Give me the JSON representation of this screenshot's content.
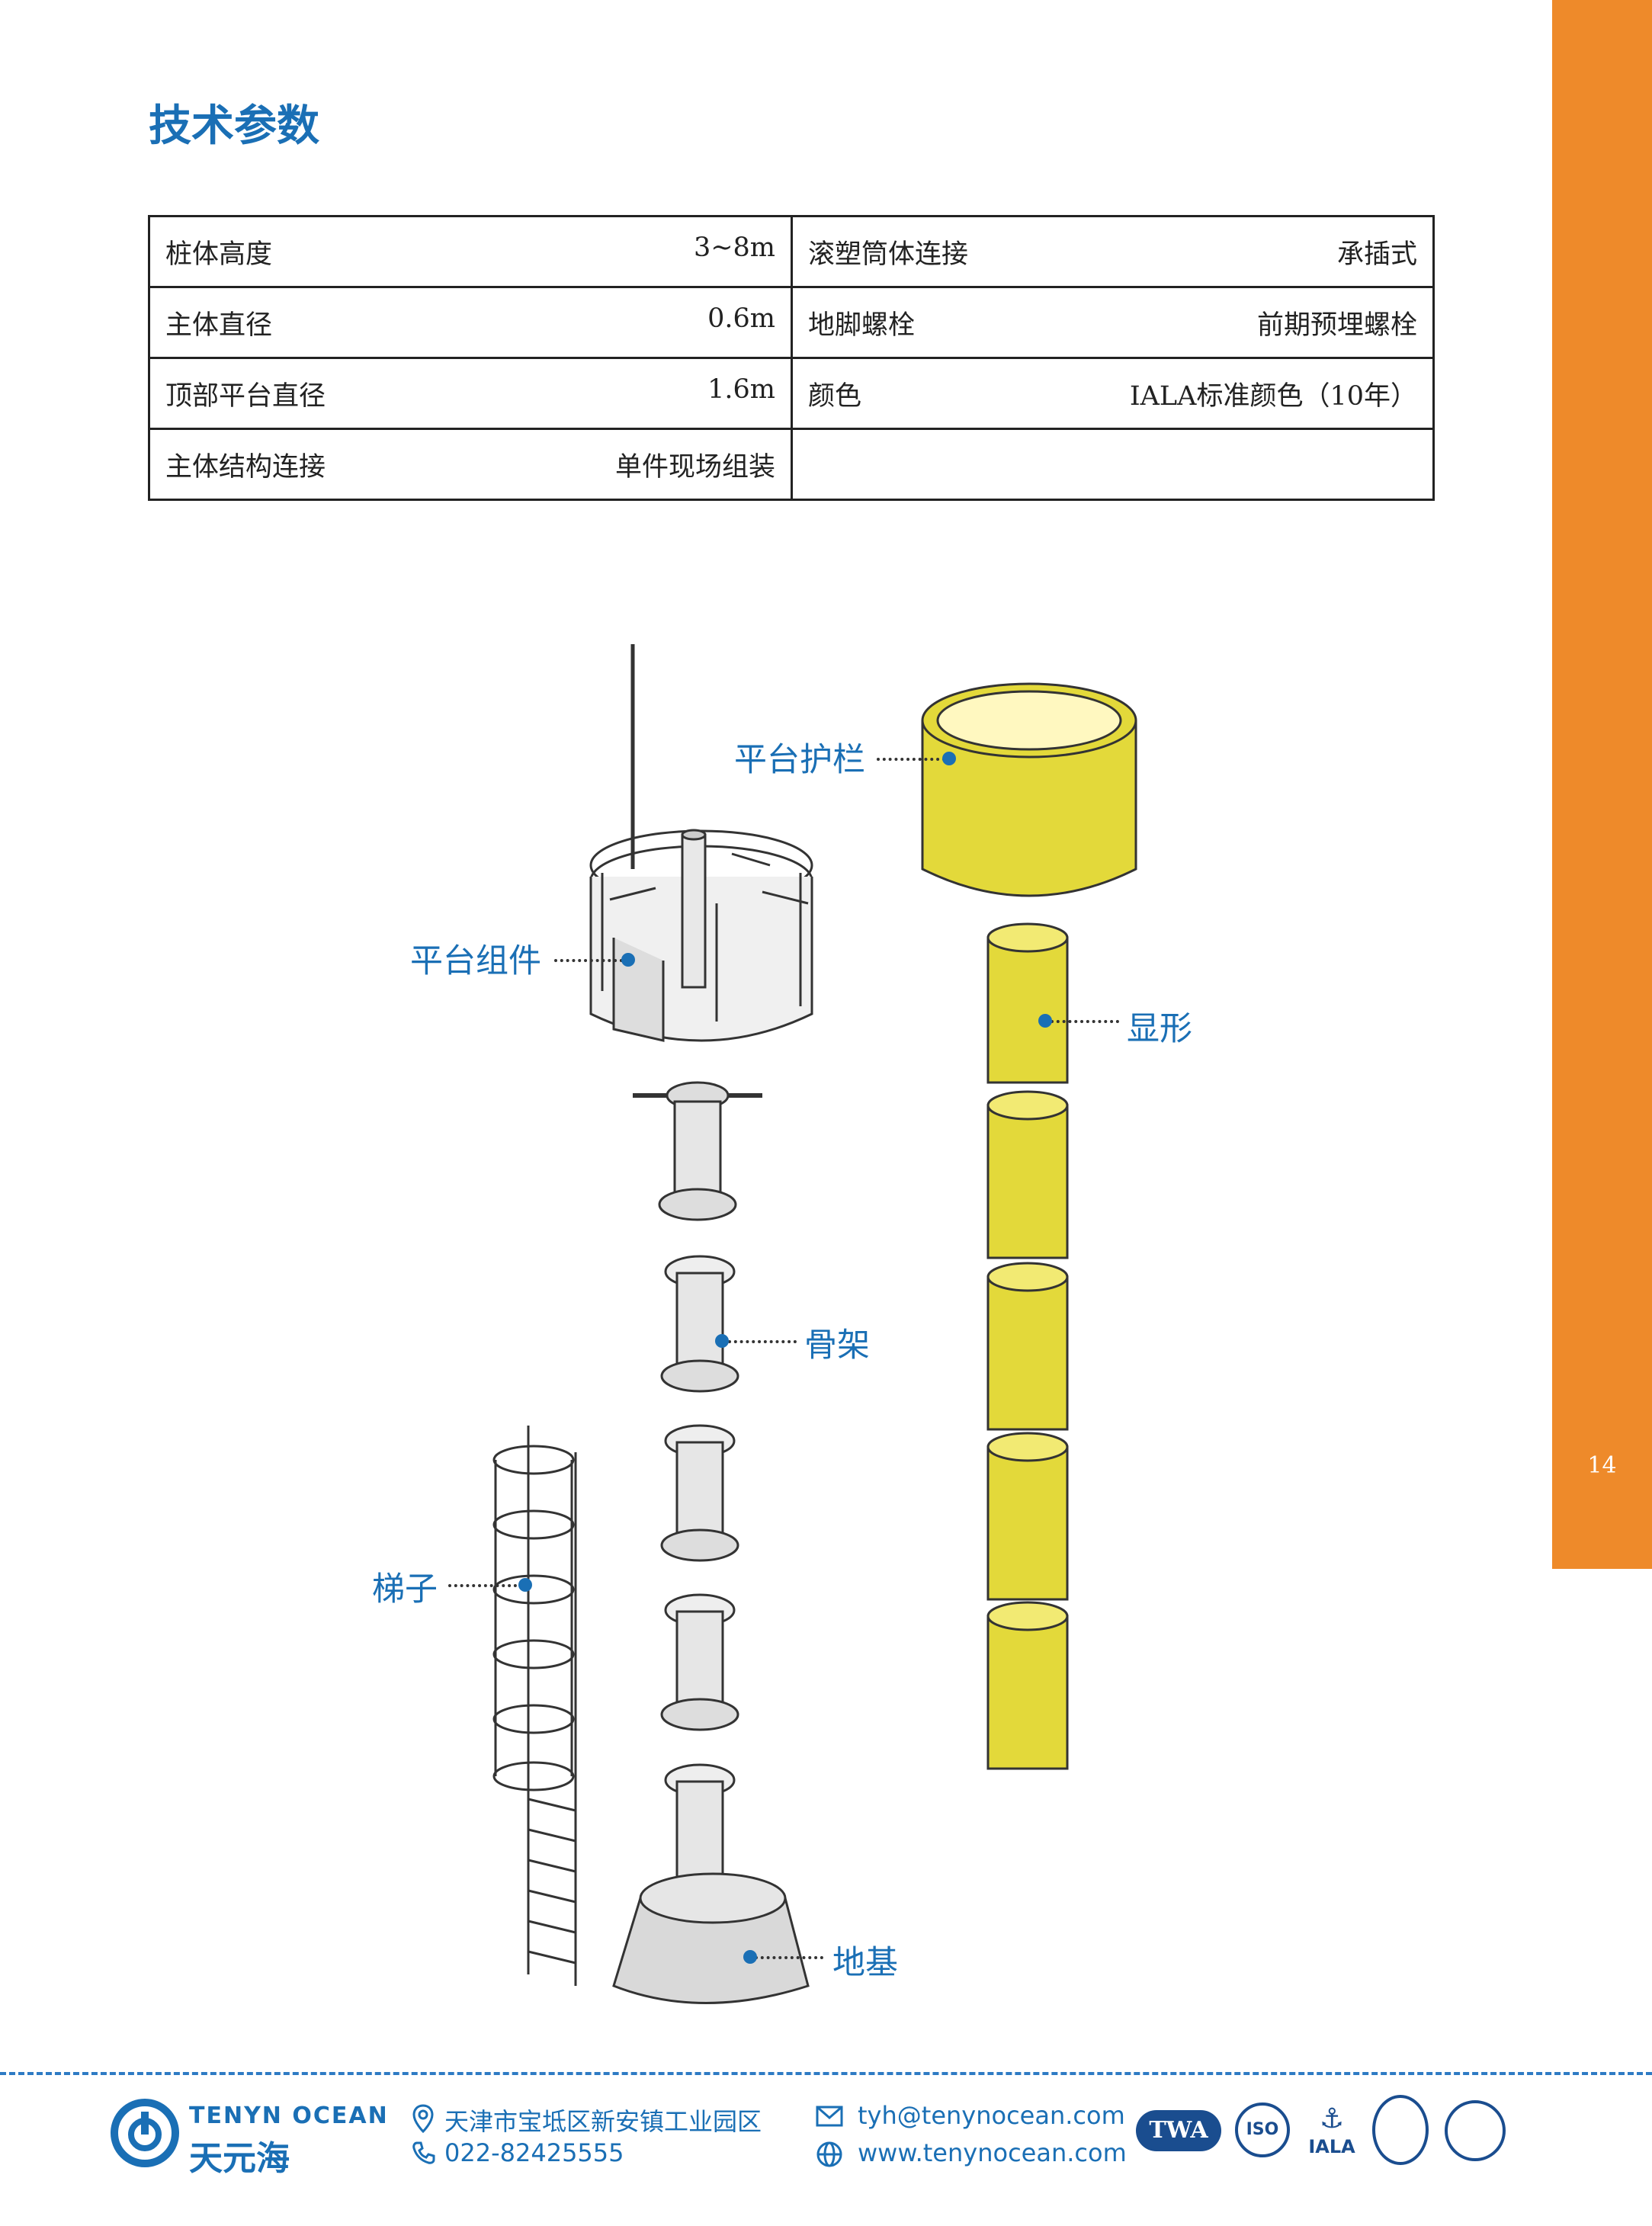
{
  "page": {
    "title": "技术参数",
    "page_number": "14"
  },
  "params": [
    [
      {
        "key": "桩体高度",
        "value": "3~8m"
      },
      {
        "key": "滚塑筒体连接",
        "value": "承插式"
      }
    ],
    [
      {
        "key": "主体直径",
        "value": "0.6m"
      },
      {
        "key": "地脚螺栓",
        "value": "前期预埋螺栓"
      }
    ],
    [
      {
        "key": "顶部平台直径",
        "value": "1.6m"
      },
      {
        "key": "颜色",
        "value": "IALA标准颜色（10年）"
      }
    ],
    [
      {
        "key": "主体结构连接",
        "value": "单件现场组装"
      },
      {
        "key": "",
        "value": ""
      }
    ]
  ],
  "diagram": {
    "labels": {
      "guardrail": "平台护栏",
      "platform": "平台组件",
      "shell": "显形",
      "frame": "骨架",
      "ladder": "梯子",
      "foundation": "地基"
    },
    "colors": {
      "yellow": "#e3d93a",
      "yellow_dark": "#b8ae17",
      "grey": "#d9d9d9",
      "line": "#333333"
    }
  },
  "footer": {
    "brand_en": "TENYN OCEAN",
    "brand_cn": "天元海",
    "address": "天津市宝坻区新安镇工业园区",
    "phone": "022-82425555",
    "email": "tyh@tenynocean.com",
    "website": "www.tenynocean.com",
    "certs": {
      "twa": "TWA",
      "iso": "ISO",
      "iala": "IALA"
    }
  }
}
